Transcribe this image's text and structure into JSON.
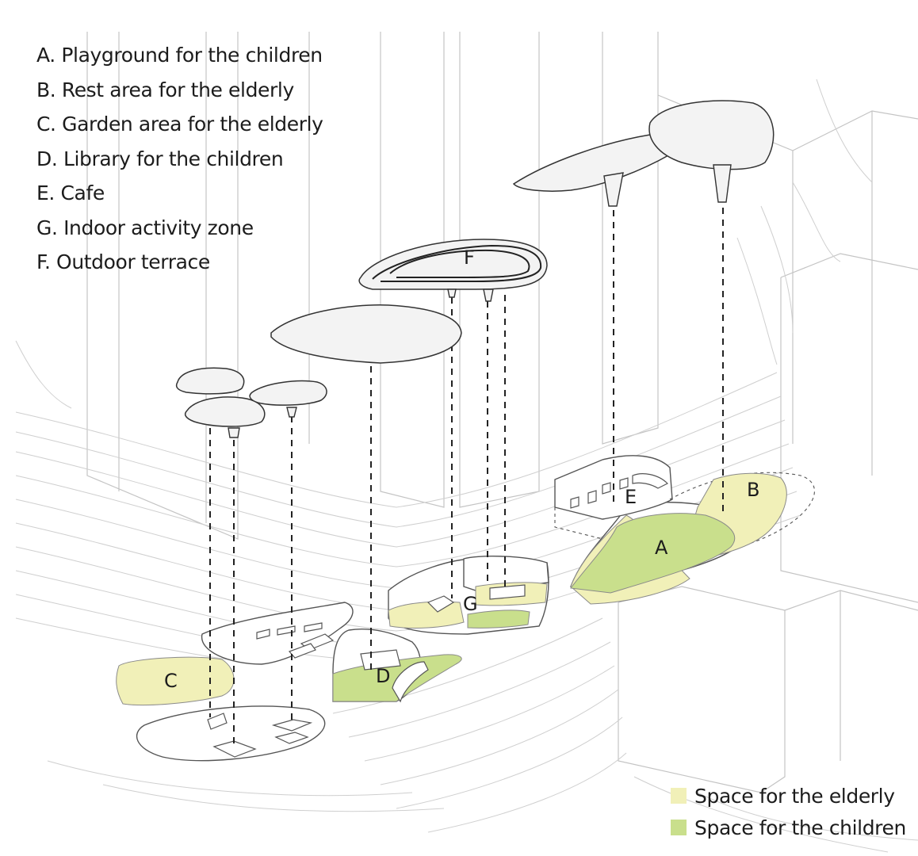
{
  "legend": [
    "A. Playground for the children",
    "B. Rest area for the elderly",
    "C. Garden area for the elderly",
    "D. Library for the children",
    "E. Cafe",
    "G. Indoor activity zone",
    "F. Outdoor terrace"
  ],
  "zone_labels": {
    "a": "A",
    "b": "B",
    "c": "C",
    "d": "D",
    "e": "E",
    "f": "F",
    "g": "G"
  },
  "space_legend": {
    "elderly": {
      "label": "Space for the elderly",
      "color": "#f1f0b8"
    },
    "children": {
      "label": "Space for the children",
      "color": "#c9df8c"
    }
  },
  "colors": {
    "line": "#555555",
    "faint_line": "#c4c4c4",
    "canopy_fill": "#f3f3f3"
  }
}
